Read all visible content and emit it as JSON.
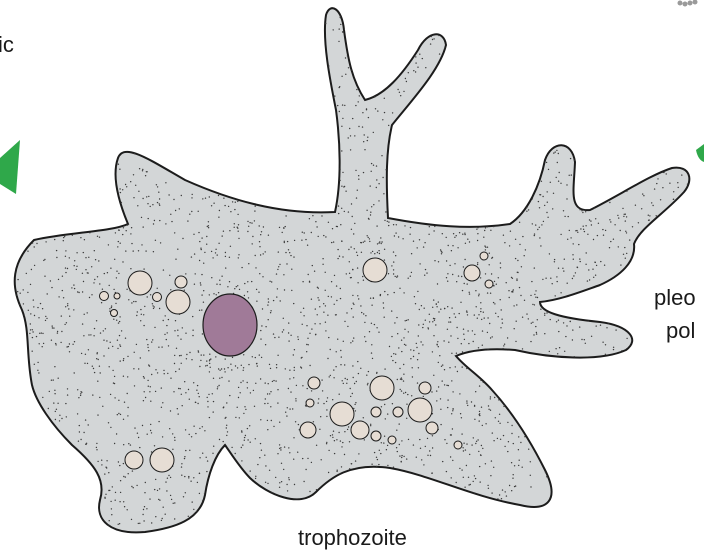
{
  "labels": {
    "left_partial": "ic",
    "right_partial_1": "pleo",
    "right_partial_2": "pol",
    "bottom": "trophozoite"
  },
  "colors": {
    "cytoplasm": "#d3d6d7",
    "outline": "#1c1c1c",
    "nucleus": "#a07a98",
    "vacuole": "#e6ddd4",
    "arrow": "#2fa84a",
    "stipple": "#3a3a3a"
  },
  "icons": [
    "green-arrow-left-icon",
    "green-arrow-right-icon"
  ]
}
